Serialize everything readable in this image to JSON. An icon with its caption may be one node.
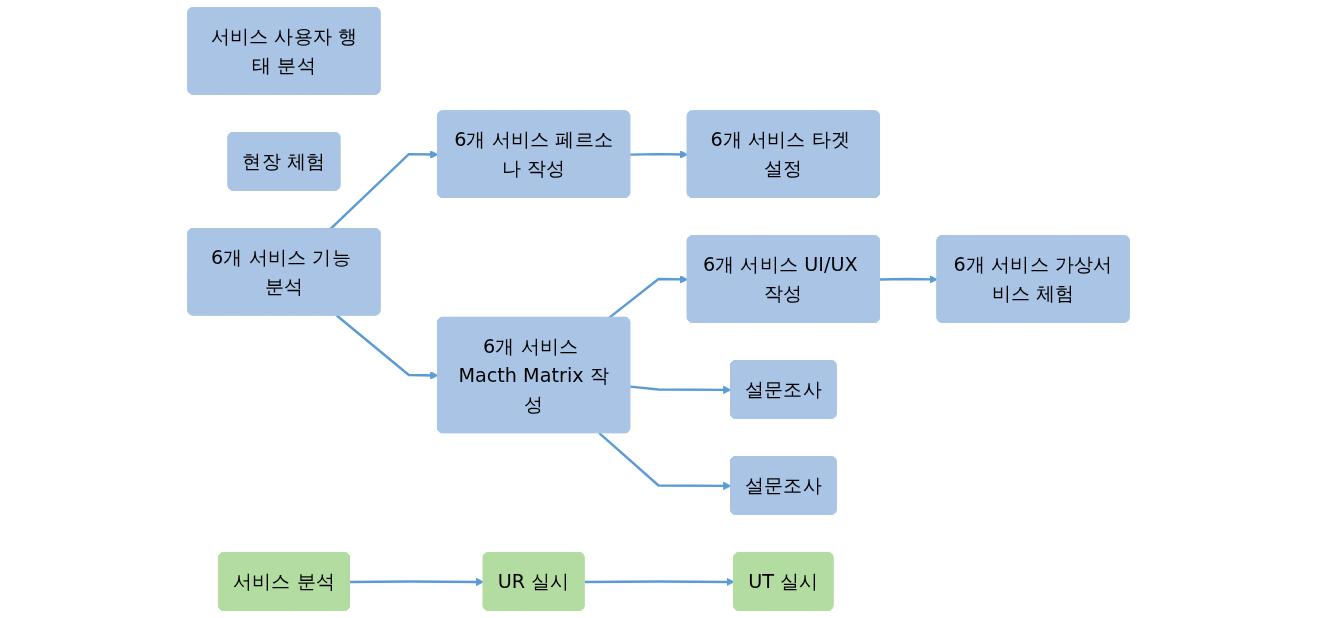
{
  "diagram": {
    "nodes": [
      {
        "text": [
          "6개 서비스 타겟 설정"
        ]
      },
      {
        "text": [
          "6개 서비스 UI/UX 작성"
        ]
      },
      {
        "text": [
          "6개 서비스 가상서비스 체험"
        ]
      },
      {
        "text": [
          "서비스 사용자 행태 분석"
        ]
      },
      {
        "text": [
          "6개 서비스 페르소나 작성"
        ]
      },
      {
        "text": [
          "현장 체험"
        ]
      },
      {
        "text": [
          "6개 서비스 기능 분석"
        ]
      },
      {
        "text": [
          "6개 서비스 Macth Matrix 작성"
        ]
      },
      {
        "text": [
          "설문조사"
        ]
      },
      {
        "text": [
          "설문조사"
        ]
      },
      {
        "text": [
          "서비스 분석"
        ]
      },
      {
        "text": [
          "UR 실시"
        ]
      },
      {
        "text": [
          "UT 실시"
        ]
      }
    ],
    "edges": [
      {
        "from": 4,
        "to": 0,
        "arrow": "to"
      },
      {
        "from": 1,
        "to": 2,
        "arrow": "to"
      },
      {
        "from": 6,
        "to": 4,
        "arrow": "to"
      },
      {
        "from": 7,
        "to": 1,
        "arrow": "to"
      },
      {
        "from": 7,
        "to": 9,
        "arrow": "to"
      },
      {
        "from": 6,
        "to": 7,
        "arrow": "to"
      },
      {
        "from": 7,
        "to": 8,
        "arrow": "to"
      },
      {
        "from": 10,
        "to": 11,
        "arrow": "to"
      },
      {
        "from": 11,
        "to": 12,
        "arrow": "to"
      }
    ]
  }
}
